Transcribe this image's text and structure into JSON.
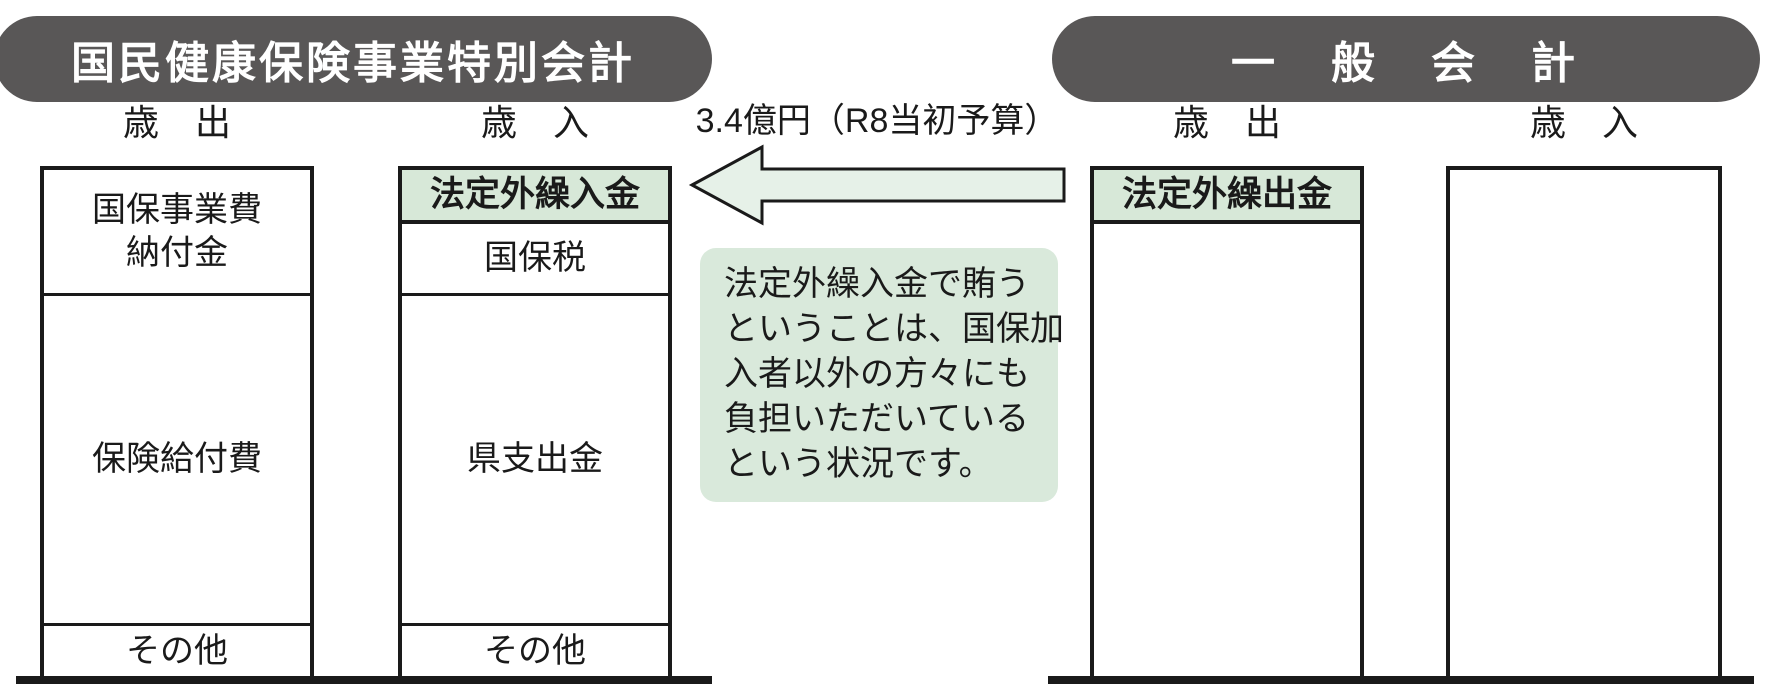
{
  "special_account": {
    "title": "国民健康保険事業特別会計",
    "expenditure": {
      "header": "歳　出",
      "segments": [
        {
          "lines": [
            "国保事業費",
            "納付金"
          ]
        },
        {
          "lines": [
            "保険給付費"
          ]
        },
        {
          "lines": [
            "その他"
          ]
        }
      ]
    },
    "revenue": {
      "header": "歳　入",
      "segments": [
        {
          "lines": [
            "法定外繰入金"
          ],
          "highlighted": true
        },
        {
          "lines": [
            "国保税"
          ]
        },
        {
          "lines": [
            "県支出金"
          ]
        },
        {
          "lines": [
            "その他"
          ]
        }
      ]
    }
  },
  "general_account": {
    "title": "一　般　会　計",
    "expenditure": {
      "header": "歳　出",
      "segments": [
        {
          "lines": [
            "法定外繰出金"
          ],
          "highlighted": true
        }
      ]
    },
    "revenue": {
      "header": "歳　入",
      "segments": []
    }
  },
  "transfer": {
    "amount_label": "3.4億円（R8当初予算）",
    "direction": "general-account-to-special-account"
  },
  "note": {
    "lines": [
      "法定外繰入金で賄う",
      "ということは、国保加",
      "入者以外の方々にも",
      "負担いただいている",
      "という状況です。"
    ]
  },
  "colors": {
    "pill_background": "#595757",
    "pill_text": "#ffffff",
    "highlight_green": "#d7e8d8",
    "arrow_green": "#e6f1e8",
    "note_green": "#d9e9db",
    "line_black": "#1a1a1a"
  }
}
